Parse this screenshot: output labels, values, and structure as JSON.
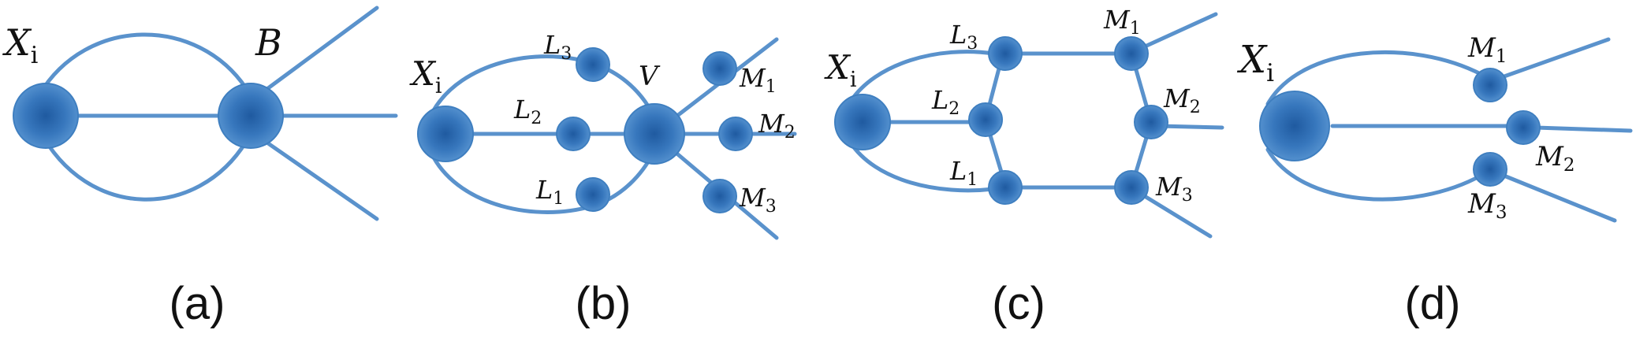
{
  "colors": {
    "line": "#5a92cc",
    "node_center": "#1f5aa0",
    "node_mid": "#3777bd",
    "node_edge": "#5a96d2",
    "node_stroke": "#3f7fc0",
    "text": "#111111",
    "background": "#ffffff"
  },
  "panels": [
    {
      "caption": "(a)",
      "labels": [
        {
          "main": "X",
          "sub": "i"
        },
        {
          "main": "B",
          "sub": ""
        }
      ]
    },
    {
      "caption": "(b)",
      "labels": [
        {
          "main": "X",
          "sub": "i"
        },
        {
          "main": "L",
          "sub": "3"
        },
        {
          "main": "L",
          "sub": "2"
        },
        {
          "main": "L",
          "sub": "1"
        },
        {
          "main": "V",
          "sub": ""
        },
        {
          "main": "M",
          "sub": "1"
        },
        {
          "main": "M",
          "sub": "2"
        },
        {
          "main": "M",
          "sub": "3"
        }
      ]
    },
    {
      "caption": "(c)",
      "labels": [
        {
          "main": "X",
          "sub": "i"
        },
        {
          "main": "L",
          "sub": "3"
        },
        {
          "main": "L",
          "sub": "2"
        },
        {
          "main": "L",
          "sub": "1"
        },
        {
          "main": "M",
          "sub": "1"
        },
        {
          "main": "M",
          "sub": "2"
        },
        {
          "main": "M",
          "sub": "3"
        }
      ]
    },
    {
      "caption": "(d)",
      "labels": [
        {
          "main": "X",
          "sub": "i"
        },
        {
          "main": "M",
          "sub": "1"
        },
        {
          "main": "M",
          "sub": "2"
        },
        {
          "main": "M",
          "sub": "3"
        }
      ]
    }
  ]
}
